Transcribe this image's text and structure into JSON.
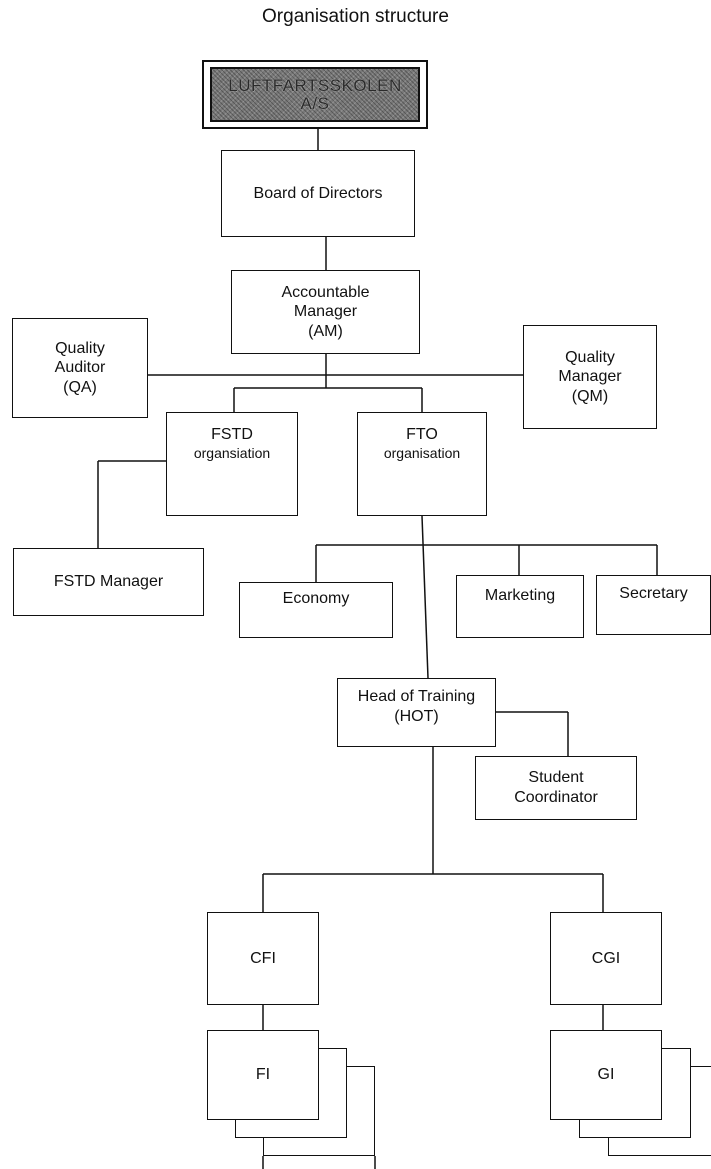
{
  "title": "Organisation structure",
  "logo": {
    "line1": "LUFTFARTSSKOLEN",
    "line2": "A/S"
  },
  "nodes": {
    "board": "Board of Directors",
    "am": [
      "Accountable",
      "Manager",
      "(AM)"
    ],
    "qa": [
      "Quality",
      "Auditor",
      "(QA)"
    ],
    "qm": [
      "Quality",
      "Manager",
      "(QM)"
    ],
    "fstd_org": [
      "FSTD",
      "organsiation"
    ],
    "fto_org": [
      "FTO",
      "organisation"
    ],
    "fstd_manager": "FSTD Manager",
    "economy": "Economy",
    "marketing": "Marketing",
    "secretary": "Secretary",
    "hot": [
      "Head of Training",
      "(HOT)"
    ],
    "student": [
      "Student",
      "Coordinator"
    ],
    "cfi": "CFI",
    "cgi": "CGI",
    "fi": "FI",
    "gi": "GI"
  }
}
